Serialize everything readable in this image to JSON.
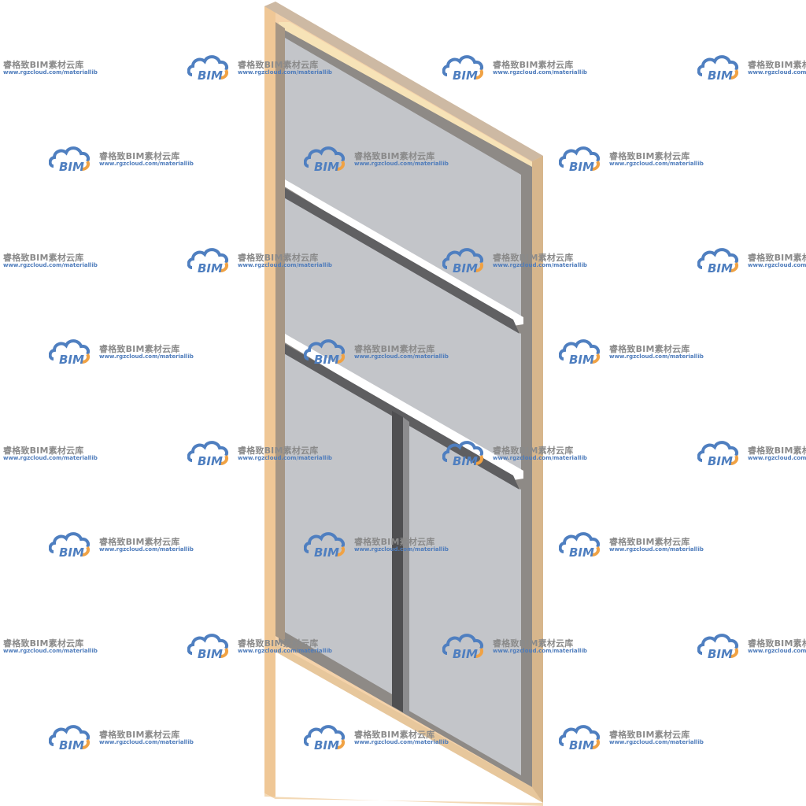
{
  "watermark": {
    "logo_text": "BIM",
    "title": "睿格致BIM素材云库",
    "url": "www.rgzcloud.com/materiallib",
    "logo_blue": "#4f7fc0",
    "logo_orange": "#f0a244"
  },
  "model": {
    "description_icon": "window-frame-3d",
    "frame_color": "#f2cfa3",
    "frame_shadow_color": "#b89f85",
    "glass_color": "#c2c4c8",
    "mullion_color": "#6e6e70"
  }
}
